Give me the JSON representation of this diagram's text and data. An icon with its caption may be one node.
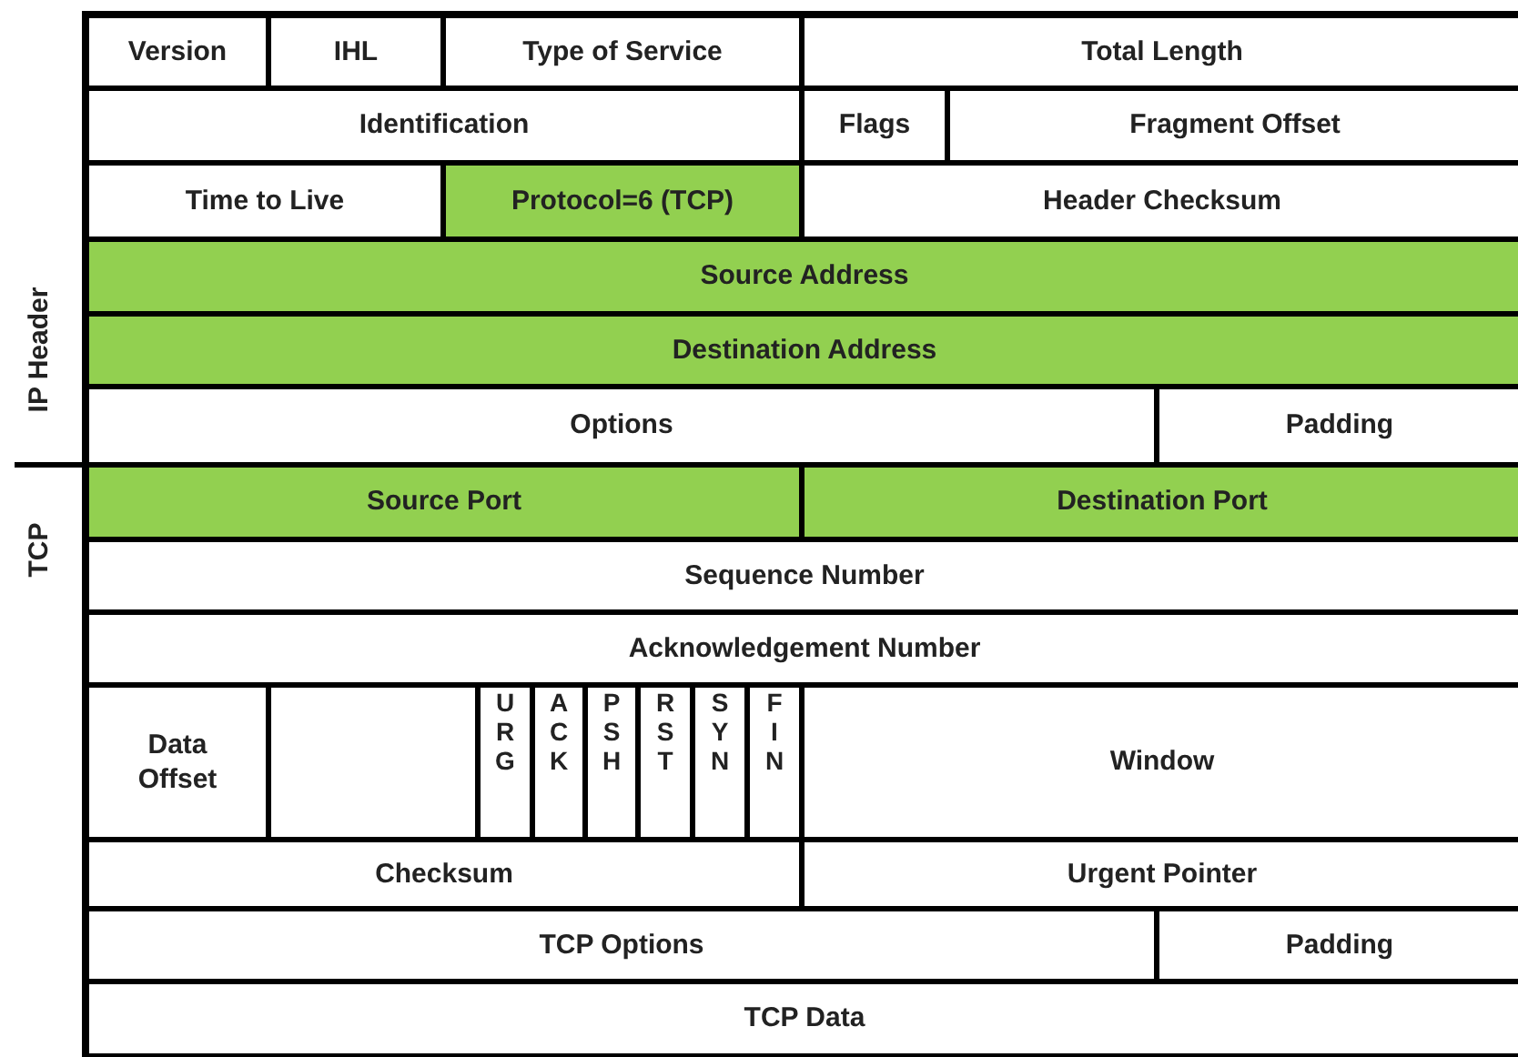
{
  "diagram": {
    "nodes": [
      {
        "text": [
          "Version"
        ]
      },
      {
        "text": [
          "IHL"
        ]
      },
      {
        "text": [
          "Type of Service"
        ]
      },
      {
        "text": [
          "Total Length"
        ]
      },
      {
        "text": [
          "Identification"
        ]
      },
      {
        "text": [
          "Flags"
        ]
      },
      {
        "text": [
          "Fragment Offset"
        ]
      },
      {
        "text": [
          "Time to Live"
        ]
      },
      {
        "text": [
          "Protocol=6 (TCP)"
        ]
      },
      {
        "text": [
          "Header Checksum"
        ]
      },
      {
        "text": [
          "Source Address"
        ]
      },
      {
        "text": [
          "Destination Address"
        ]
      },
      {
        "text": [
          "Options"
        ]
      },
      {
        "text": [
          "Padding"
        ]
      },
      {
        "text": [
          "Source Port"
        ]
      },
      {
        "text": [
          "Destination Port"
        ]
      },
      {
        "text": [
          "Sequence Number"
        ]
      },
      {
        "text": [
          "Acknowledgement Number"
        ]
      },
      {
        "text": [
          "Data Offset"
        ]
      },
      {
        "text": [],
        "shape": "box"
      },
      {
        "text": [
          "URG"
        ]
      },
      {
        "text": [
          "ACK"
        ]
      },
      {
        "text": [
          "PSH"
        ]
      },
      {
        "text": [
          "RST"
        ]
      },
      {
        "text": [
          "SYN"
        ]
      },
      {
        "text": [
          "FIN"
        ]
      },
      {
        "text": [
          "Window"
        ]
      },
      {
        "text": [
          "Checksum"
        ]
      },
      {
        "text": [
          "Urgent Pointer"
        ]
      },
      {
        "text": [
          "TCP Options"
        ]
      },
      {
        "text": [
          "Padding"
        ]
      },
      {
        "text": [
          "TCP Data"
        ]
      }
    ],
    "labels": [
      "IP Header",
      "TCP"
    ]
  }
}
